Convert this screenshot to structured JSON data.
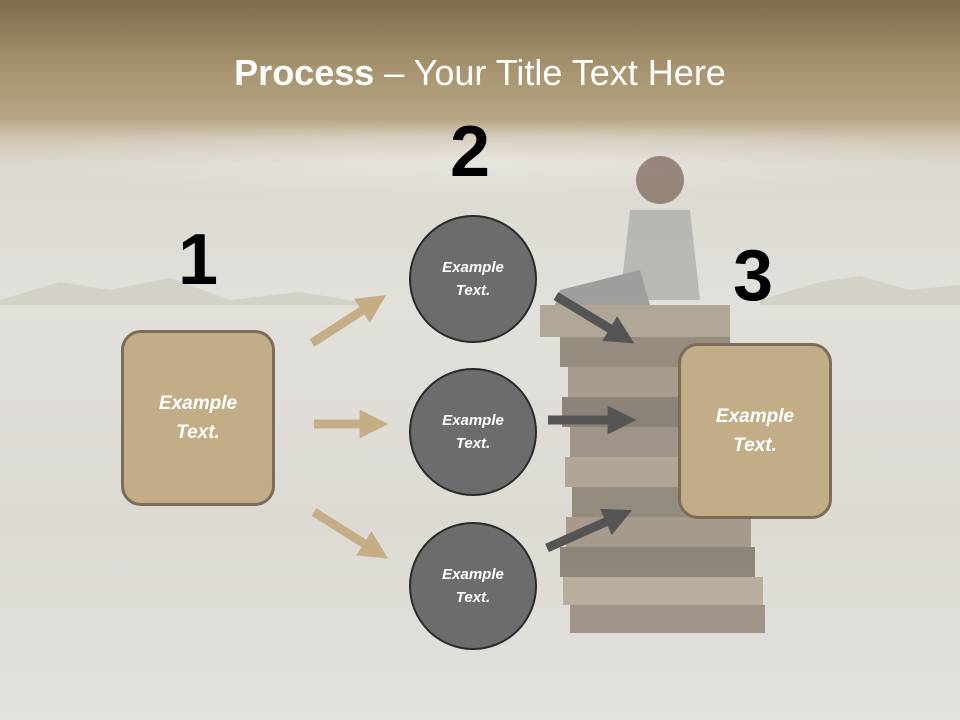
{
  "slide": {
    "title_bold": "Process",
    "title_rest": " – Your Title Text Here"
  },
  "steps": [
    {
      "number": "1",
      "text": "Example Text."
    },
    {
      "number": "2",
      "circles": [
        "Example Text.",
        "Example Text.",
        "Example Text."
      ]
    },
    {
      "number": "3",
      "text": "Example Text."
    }
  ],
  "colors": {
    "box_fill": "#c2ad87",
    "box_border": "#7b6d57",
    "circle_fill": "#6c6c6c",
    "arrow_tan": "#c5ae85",
    "arrow_dark": "#555555",
    "title_text": "#ffffff"
  }
}
